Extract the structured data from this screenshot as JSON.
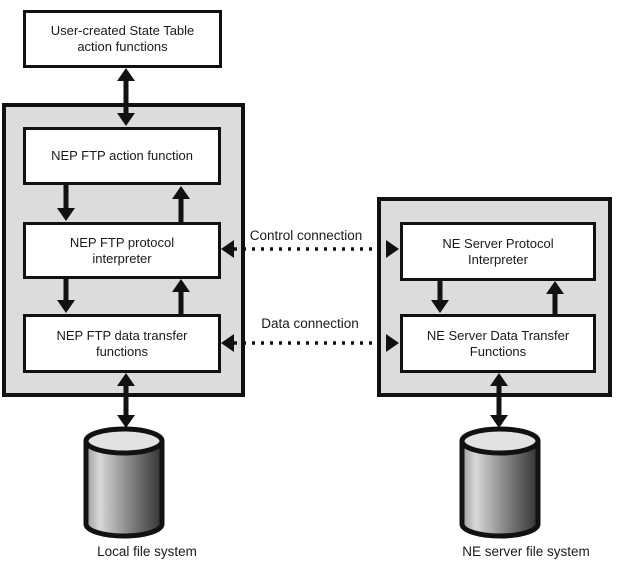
{
  "diagram": {
    "left_stack": {
      "user_box": "User-created State Table\naction functions",
      "action_box": "NEP FTP action function",
      "protocol_box": "NEP FTP protocol\ninterpreter",
      "data_box": "NEP FTP data transfer\nfunctions"
    },
    "right_stack": {
      "protocol_box": "NE Server Protocol\nInterpreter",
      "data_box": "NE Server Data Transfer\nFunctions"
    },
    "connections": {
      "control_label": "Control connection",
      "data_label": "Data connection"
    },
    "storage": {
      "local_label": "Local file system",
      "ne_label": "NE server file system"
    },
    "colors": {
      "container_fill": "#dcdcdc",
      "box_fill": "#ffffff",
      "line_color": "#111111",
      "cylinder_top": "#e2e2e2"
    }
  }
}
